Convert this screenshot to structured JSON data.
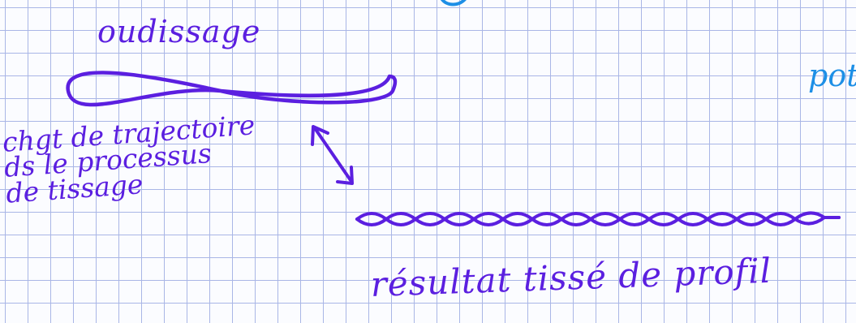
{
  "notes": {
    "top_label": "oudissage",
    "left_label": "chgt de trajectoire\nds le processus\nde tissage",
    "bottom_label": "résultat tissé de profil",
    "edge_label": "pot"
  },
  "colors": {
    "ink_purple": "#5b1fe0",
    "ink_blue": "#1d8fe6",
    "grid": "#a9b6e6",
    "paper": "#fbfcff"
  }
}
